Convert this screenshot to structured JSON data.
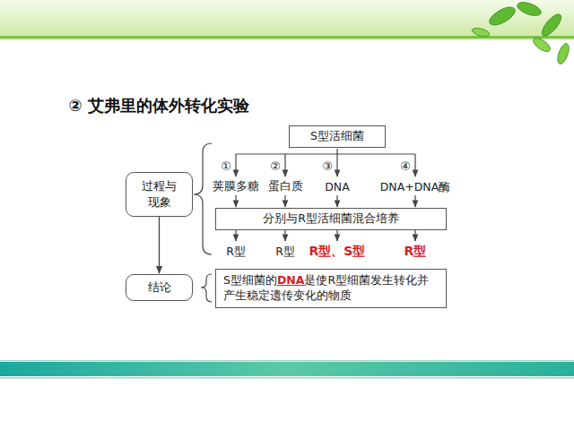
{
  "diagram": {
    "title": "艾弗里的体外转化实验",
    "nodes": [
      {
        "text": [
          "S型活细菌"
        ]
      },
      {
        "text": [
          "过程与现象"
        ]
      },
      {
        "text": [
          "分别与R型活细菌混合培养"
        ]
      },
      {
        "text": [
          "结论"
        ]
      },
      {
        "text": [
          "S型细菌的DNA是使R型细菌发生转化并产生稳定遗传变化的物质"
        ]
      }
    ],
    "edges": [
      {
        "from": 1,
        "to": 3,
        "arrow": "to"
      }
    ],
    "labels": [
      "②",
      "①",
      "荚膜多糖",
      "②",
      "蛋白质",
      "③",
      "DNA",
      "④",
      "DNA+DNA酶",
      "R型",
      "R型",
      "R型、S型",
      "R型"
    ]
  }
}
